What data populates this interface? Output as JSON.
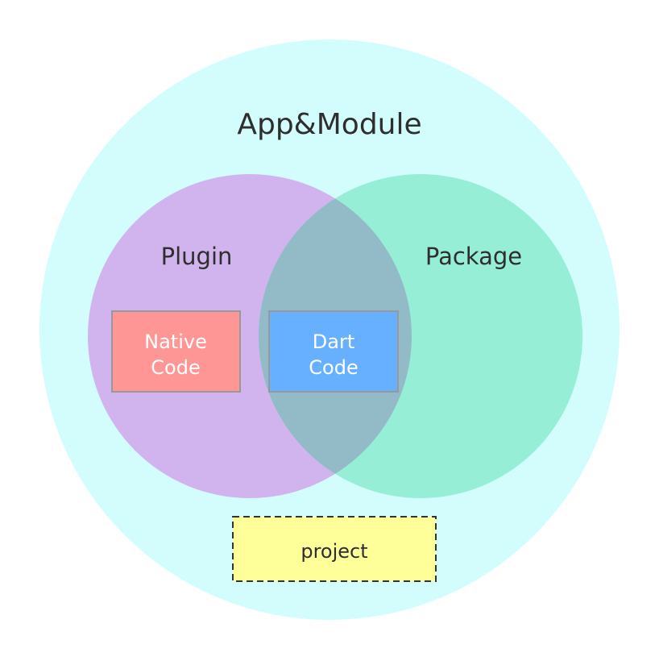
{
  "diagram": {
    "outer": {
      "label": "App&Module"
    },
    "plugin": {
      "label": "Plugin"
    },
    "package": {
      "label": "Package"
    },
    "native_code": {
      "line1": "Native",
      "line2": "Code"
    },
    "dart_code": {
      "line1": "Dart",
      "line2": "Code"
    },
    "project": {
      "label": "project"
    }
  },
  "colors": {
    "outer_fill": "#d3fdfd",
    "plugin_fill": "#d1b3ee",
    "package_fill": "#95eed5",
    "overlap_fill": "#93bbc7",
    "native_fill": "#ff9696",
    "dart_fill": "#66b0ff",
    "project_fill": "#ffff9a",
    "box_stroke": "#999999",
    "project_stroke": "#333333"
  }
}
